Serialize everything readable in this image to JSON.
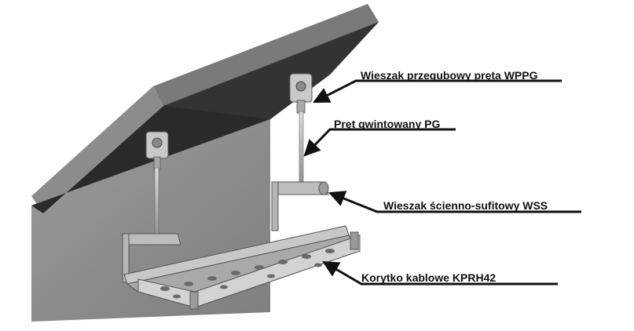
{
  "labels": {
    "wppg": "Wieszak przegubowy pręta WPPG",
    "pg": "Pręt gwintowany PG",
    "wss": "Wieszak ścienno-sufitowy WSS",
    "kprh": "Korytko kablowe KPRH42"
  },
  "colors": {
    "wall": "#8a8a8a",
    "ceiling_underside": "#2b2b2b",
    "ceiling_top": "#777777",
    "metal": "#b9b9b9",
    "leader": "#111111"
  }
}
